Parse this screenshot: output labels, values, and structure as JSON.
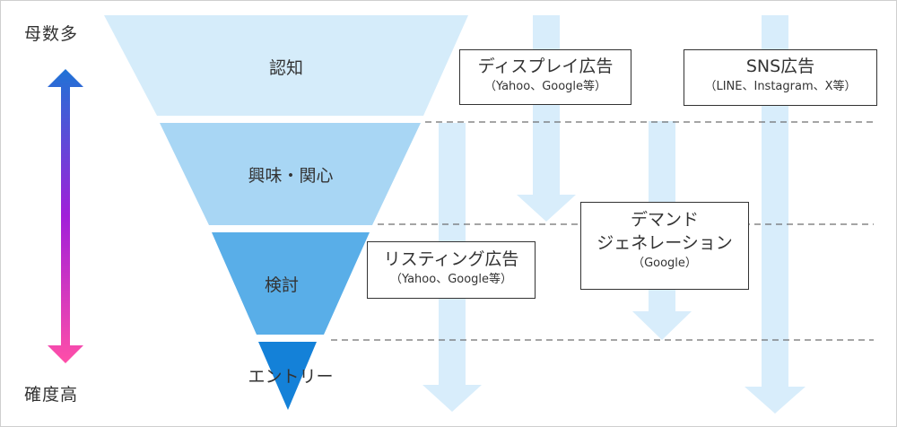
{
  "axis": {
    "top_label": "母数多",
    "bottom_label": "確度高",
    "gradient_top": "#1f73d6",
    "gradient_mid": "#a11fd9",
    "gradient_bottom": "#ff4fa8"
  },
  "funnel": {
    "stages": [
      {
        "label": "認知",
        "color": "#d5ecfa"
      },
      {
        "label": "興味・関心",
        "color": "#a8d6f4"
      },
      {
        "label": "検討",
        "color": "#59aee8"
      },
      {
        "label": "エントリー",
        "color": "#1481d8"
      }
    ]
  },
  "channels": [
    {
      "title": "ディスプレイ広告",
      "subtitle": "（Yahoo、Google等）"
    },
    {
      "title": "SNS広告",
      "subtitle": "（LINE、Instagram、X等）"
    },
    {
      "title": "リスティング広告",
      "subtitle": "（Yahoo、Google等）"
    },
    {
      "title": "デマンド",
      "title2": "ジェネレーション",
      "subtitle": "（Google）"
    }
  ],
  "colors": {
    "arrow": "#d8edfb",
    "dashed_line": "#6f6f6f",
    "text": "#333333"
  }
}
